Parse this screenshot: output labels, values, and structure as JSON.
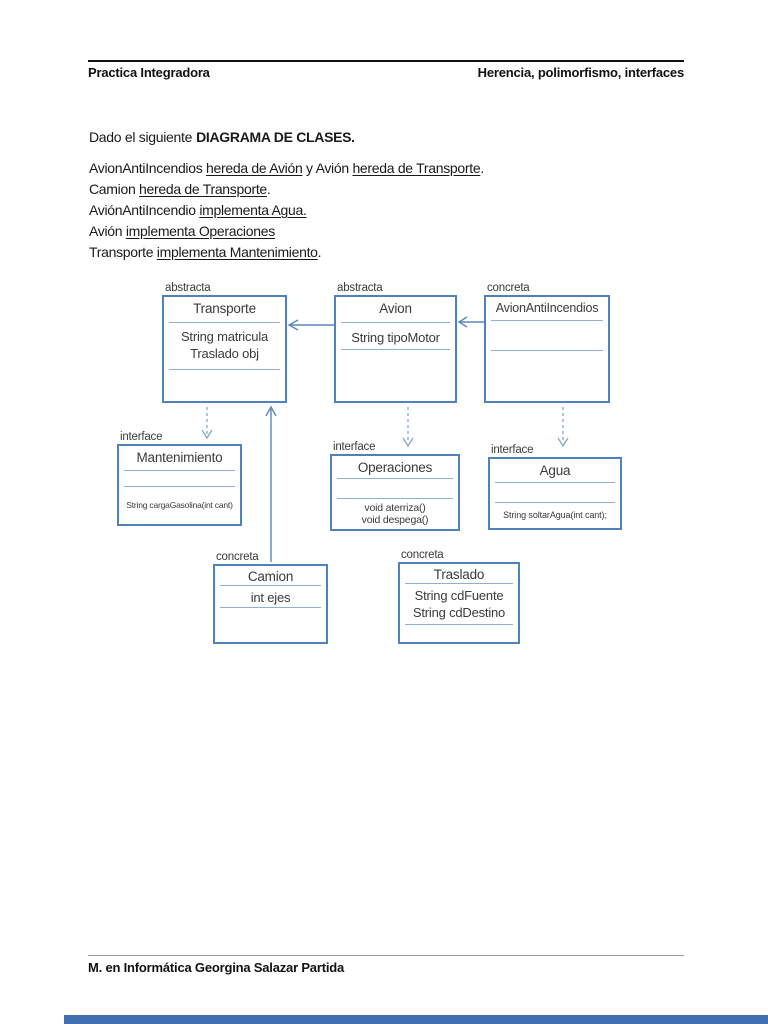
{
  "header": {
    "left": "Practica Integradora",
    "right": "Herencia, polimorfismo, interfaces"
  },
  "intro": {
    "prefix": "Dado el siguiente",
    "emphasis": "DIAGRAMA DE CLASES."
  },
  "statements": [
    [
      "AvionAntiIncendios ",
      "hereda de Avión",
      " y Avión ",
      "hereda de Transporte",
      "."
    ],
    [
      "Camion ",
      "hereda de Transporte",
      "."
    ],
    [
      "AviónAntiIncendio ",
      "implementa Agua."
    ],
    [
      "Avión ",
      "implementa Operaciones"
    ],
    [
      "Transporte ",
      "implementa Mantenimiento",
      "."
    ]
  ],
  "diagram": {
    "classes": [
      {
        "stereotype": "abstracta",
        "title": "Transporte",
        "attr1": "String matricula",
        "attr2": "Traslado obj"
      },
      {
        "stereotype": "abstracta",
        "title": "Avion",
        "attr1": "String tipoMotor"
      },
      {
        "stereotype": "concreta",
        "title": "AvionAntiIncendios"
      },
      {
        "stereotype": "interface",
        "title": "Mantenimiento",
        "method1": "String cargaGasolina(int cant)"
      },
      {
        "stereotype": "interface",
        "title": "Operaciones",
        "method1": "void aterriza()",
        "method2": "void despega()"
      },
      {
        "stereotype": "interface",
        "title": "Agua",
        "method1": "String soltarAgua(int cant);"
      },
      {
        "stereotype": "concreta",
        "title": "Camion",
        "attr1": "int ejes"
      },
      {
        "stereotype": "concreta",
        "title": "Traslado",
        "attr1": "String cdFuente",
        "attr2": "String cdDestino"
      }
    ],
    "relations": [
      {
        "from": "Avion",
        "to": "Transporte",
        "type": "herencia",
        "style": "solid"
      },
      {
        "from": "AvionAntiIncendios",
        "to": "Avion",
        "type": "herencia",
        "style": "solid"
      },
      {
        "from": "Camion",
        "to": "Transporte",
        "type": "herencia",
        "style": "solid"
      },
      {
        "from": "Transporte",
        "to": "Mantenimiento",
        "type": "implementa",
        "style": "dashed"
      },
      {
        "from": "Avion",
        "to": "Operaciones",
        "type": "implementa",
        "style": "dashed"
      },
      {
        "from": "AvionAntiIncendios",
        "to": "Agua",
        "type": "implementa",
        "style": "dashed"
      }
    ],
    "colors": {
      "box_border": "#4f81bd",
      "divider": "#8fafd4",
      "arrow_solid": "#5b87bf",
      "arrow_dashed": "#86a8d0",
      "text": "#3b3b3b"
    }
  },
  "footer": {
    "text": "M. en Informática Georgina Salazar Partida"
  },
  "viewer": {
    "bottom_bar_color": "#3f6fae"
  }
}
